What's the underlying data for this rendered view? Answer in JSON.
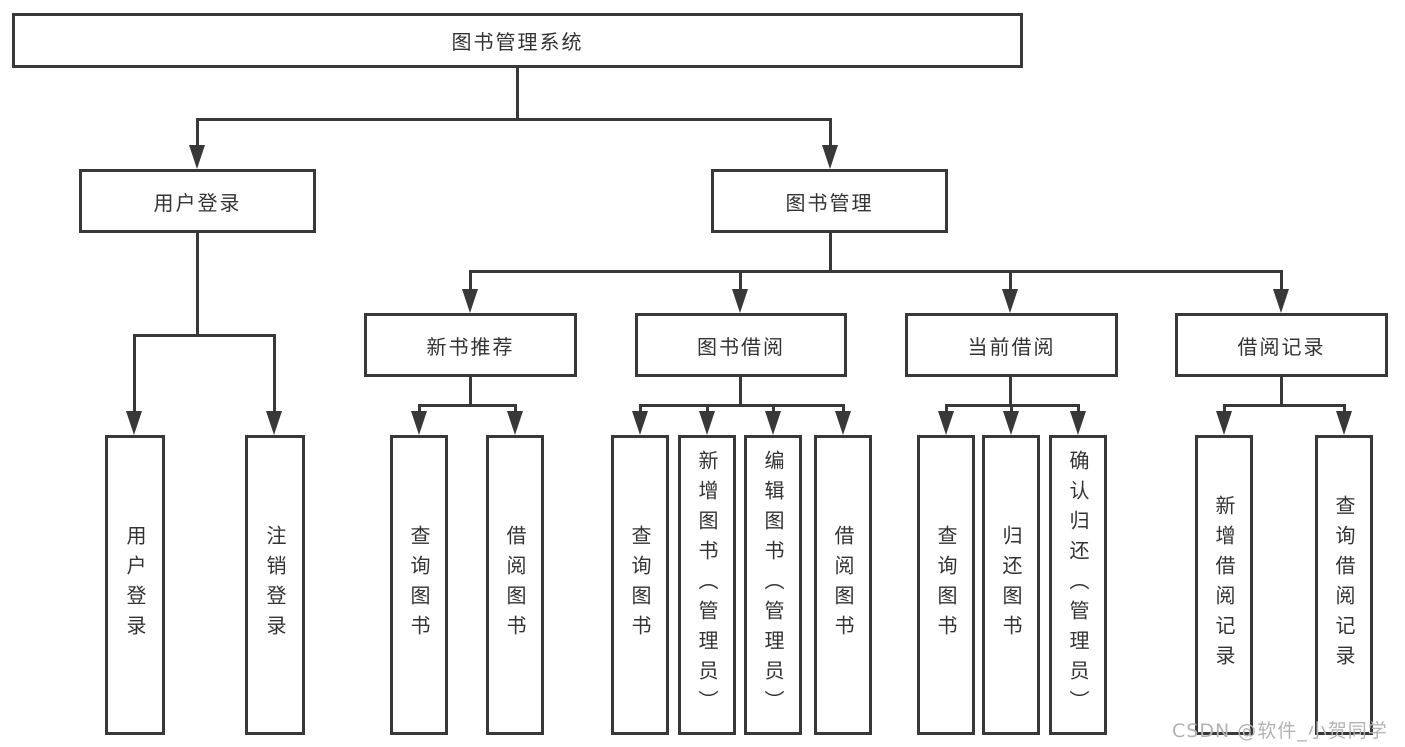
{
  "tree": {
    "root": {
      "label": "图书管理系统"
    },
    "branches": [
      {
        "label": "用户登录",
        "children": [
          {
            "label": "用户登录"
          },
          {
            "label": "注销登录"
          }
        ]
      },
      {
        "label": "图书管理",
        "children": [
          {
            "label": "新书推荐",
            "children": [
              {
                "label": "查询图书"
              },
              {
                "label": "借阅图书"
              }
            ]
          },
          {
            "label": "图书借阅",
            "children": [
              {
                "label": "查询图书"
              },
              {
                "label": "新增图书（管理员）"
              },
              {
                "label": "编辑图书（管理员）"
              },
              {
                "label": "借阅图书"
              }
            ]
          },
          {
            "label": "当前借阅",
            "children": [
              {
                "label": "查询图书"
              },
              {
                "label": "归还图书"
              },
              {
                "label": "确认归还（管理员）"
              }
            ]
          },
          {
            "label": "借阅记录",
            "children": [
              {
                "label": "新增借阅记录"
              },
              {
                "label": "查询借阅记录"
              }
            ]
          }
        ]
      }
    ]
  },
  "watermark": {
    "text": "CSDN @软件_小贺同学"
  },
  "colors": {
    "line": "#383838",
    "text": "#333333",
    "background": "#ffffff",
    "watermark": "#b3b3b3"
  }
}
